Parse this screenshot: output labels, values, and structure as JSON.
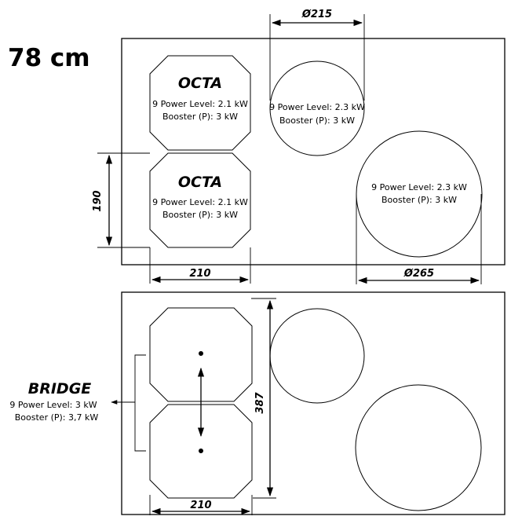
{
  "title": "78 cm",
  "zones": {
    "octa_top": {
      "name": "OCTA",
      "power": "9 Power Level: 2.1 kW",
      "booster": "Booster (P): 3 kW"
    },
    "octa_bottom": {
      "name": "OCTA",
      "power": "9 Power Level: 2.1 kW",
      "booster": "Booster (P): 3 kW"
    },
    "small_round": {
      "power": "9 Power Level: 2.3 kW",
      "booster": "Booster (P): 3 kW"
    },
    "large_round": {
      "power": "9 Power Level: 2.3 kW",
      "booster": "Booster (P): 3 kW"
    },
    "bridge": {
      "name": "BRIDGE",
      "power": "9 Power Level: 3 kW",
      "booster": "Booster (P): 3,7 kW"
    }
  },
  "dimensions": {
    "small_diameter": "Ø215",
    "large_diameter": "Ø265",
    "octa_height": "190",
    "octa_width_top": "210",
    "octa_width_bottom": "210",
    "bridge_height": "387"
  }
}
